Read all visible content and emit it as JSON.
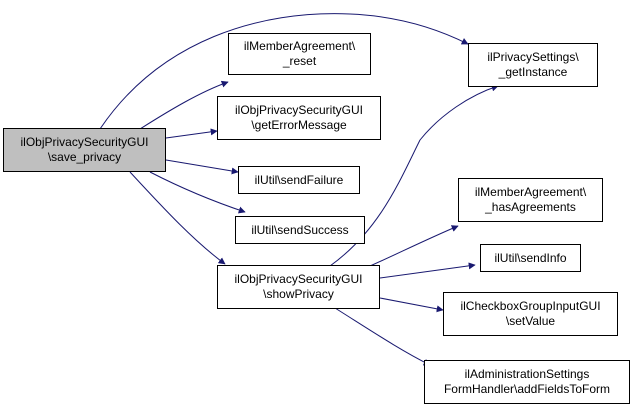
{
  "colors": {
    "edge": "#191970",
    "focus_fill": "#bfbfbf",
    "node_border": "#000000"
  },
  "nodes": {
    "save_privacy": [
      "ilObjPrivacySecurityGUI",
      "\\save_privacy"
    ],
    "reset": [
      "ilMemberAgreement\\",
      "_reset"
    ],
    "getErrorMessage": [
      "ilObjPrivacySecurityGUI",
      "\\getErrorMessage"
    ],
    "sendFailure": [
      "ilUtil\\sendFailure"
    ],
    "sendSuccess": [
      "ilUtil\\sendSuccess"
    ],
    "showPrivacy": [
      "ilObjPrivacySecurityGUI",
      "\\showPrivacy"
    ],
    "getInstance": [
      "ilPrivacySettings\\",
      "_getInstance"
    ],
    "hasAgreements": [
      "ilMemberAgreement\\",
      "_hasAgreements"
    ],
    "sendInfo": [
      "ilUtil\\sendInfo"
    ],
    "setValue": [
      "ilCheckboxGroupInputGUI",
      "\\setValue"
    ],
    "addFieldsToForm": [
      "ilAdministrationSettings",
      "FormHandler\\addFieldsToForm"
    ]
  }
}
